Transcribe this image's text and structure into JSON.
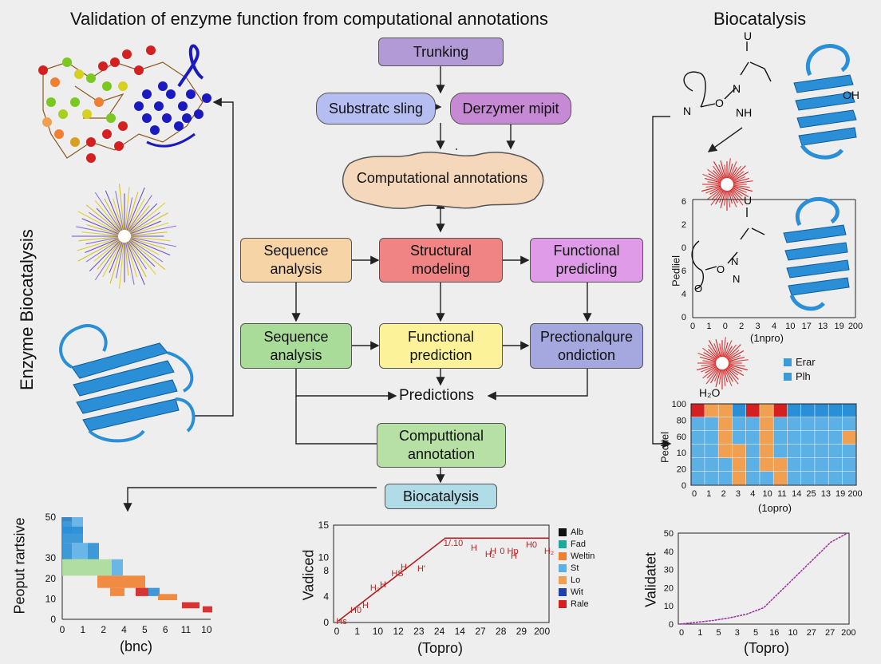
{
  "titles": {
    "main": "Validation of enzyme function from computational annotations",
    "right": "Biocatalysis",
    "side": "Enzyme Biocatalysis"
  },
  "flow": {
    "trunking": "Trunking",
    "substrate": "Substratc sling",
    "derzymer": "Derzymer mipit",
    "comp_annotations": "Computational annotations",
    "seq_analysis_1": "Sequence analysis",
    "structural": "Structural modeling",
    "functional_predicling": "Functional predicling",
    "seq_analysis_2": "Sequence analysis",
    "functional_prediction": "Functional prediction",
    "prectional": "Prectionalqure ondiction",
    "predictions": "Predictions",
    "computtional": "Computtional annotation",
    "biocatalysis": "Biocatalysis"
  },
  "molecule": {
    "u": "U",
    "n": "N",
    "o": "O",
    "nh": "NH",
    "oh": "OH",
    "n2": "N",
    "o2": "O",
    "n3": "N",
    "n4": "N",
    "h2o": "H₂O"
  },
  "right_chart1": {
    "ylabel": "Pedliel",
    "xlabel": "(1npro)",
    "xticks": [
      "0",
      "1",
      "0",
      "2",
      "3",
      "4",
      "10",
      "17",
      "13",
      "19",
      "200"
    ],
    "yticks": [
      "6",
      "2",
      "0",
      "6",
      "4",
      "0"
    ]
  },
  "heatmap": {
    "ylabel": "Pedliel",
    "xlabel": "(1opro)",
    "xticks": [
      "0",
      "1",
      "2",
      "3",
      "4",
      "10",
      "11",
      "14",
      "25",
      "13",
      "19",
      "200"
    ],
    "yticks": [
      "100",
      "80",
      "60",
      "10",
      "20",
      "0"
    ],
    "legend": [
      {
        "label": "Erar",
        "color": "#3b9ad8"
      },
      {
        "label": "Plh",
        "color": "#3b9ad8"
      }
    ]
  },
  "colors": {
    "blue": "#2a8fd6",
    "orange": "#f0a050",
    "red": "#d42020",
    "light_blue": "#5bb0e6",
    "lightgreen": "#a8dc98"
  },
  "chart_data": [
    {
      "type": "bar",
      "ylabel": "Peoput rartsive",
      "xlabel": "(bnc)",
      "xticks": [
        "0",
        "1",
        "2",
        "4",
        "5",
        "6",
        "11",
        "10"
      ],
      "yticks": [
        "50",
        "30",
        "20",
        "10",
        "0"
      ],
      "ylim": [
        0,
        50
      ],
      "series_colors": [
        "#2a8fd6",
        "#5bb0e6",
        "#a8dc98",
        "#f08030",
        "#d42020"
      ]
    },
    {
      "type": "line",
      "ylabel": "Vadiced",
      "xlabel": "(Topro)",
      "xticks": [
        "0",
        "1",
        "10",
        "12",
        "23",
        "24",
        "14",
        "27",
        "28",
        "29",
        "200"
      ],
      "yticks": [
        "15",
        "10",
        "8",
        "4",
        "0"
      ],
      "x": [
        0,
        24,
        200
      ],
      "y": [
        0,
        13,
        13
      ],
      "annotations": [
        "Hs",
        "H0",
        "H",
        "H₂",
        "H",
        "HS",
        "H",
        "H'",
        "1/.10",
        "H",
        "H",
        "H",
        "H0",
        "H₂",
        "0 Hp",
        "H₂"
      ],
      "legend": [
        {
          "label": "Alb",
          "color": "#111111"
        },
        {
          "label": "Fad",
          "color": "#1aa9a0"
        },
        {
          "label": "Weltin",
          "color": "#f08030"
        },
        {
          "label": "St",
          "color": "#5bb0e6"
        },
        {
          "label": "Lo",
          "color": "#f0a050"
        },
        {
          "label": "Wit",
          "color": "#2040b0"
        },
        {
          "label": "Rale",
          "color": "#d42020"
        }
      ]
    },
    {
      "type": "line",
      "ylabel": "Validatet",
      "xlabel": "(Topro)",
      "xticks": [
        "0",
        "1",
        "5",
        "3",
        "5",
        "16",
        "10",
        "27",
        "27",
        "200"
      ],
      "yticks": [
        "50",
        "40",
        "30",
        "20",
        "10",
        "0"
      ],
      "ylim": [
        0,
        50
      ],
      "y": [
        0,
        1,
        2,
        3.5,
        5.5,
        9,
        18,
        27,
        36,
        45,
        50
      ]
    }
  ]
}
